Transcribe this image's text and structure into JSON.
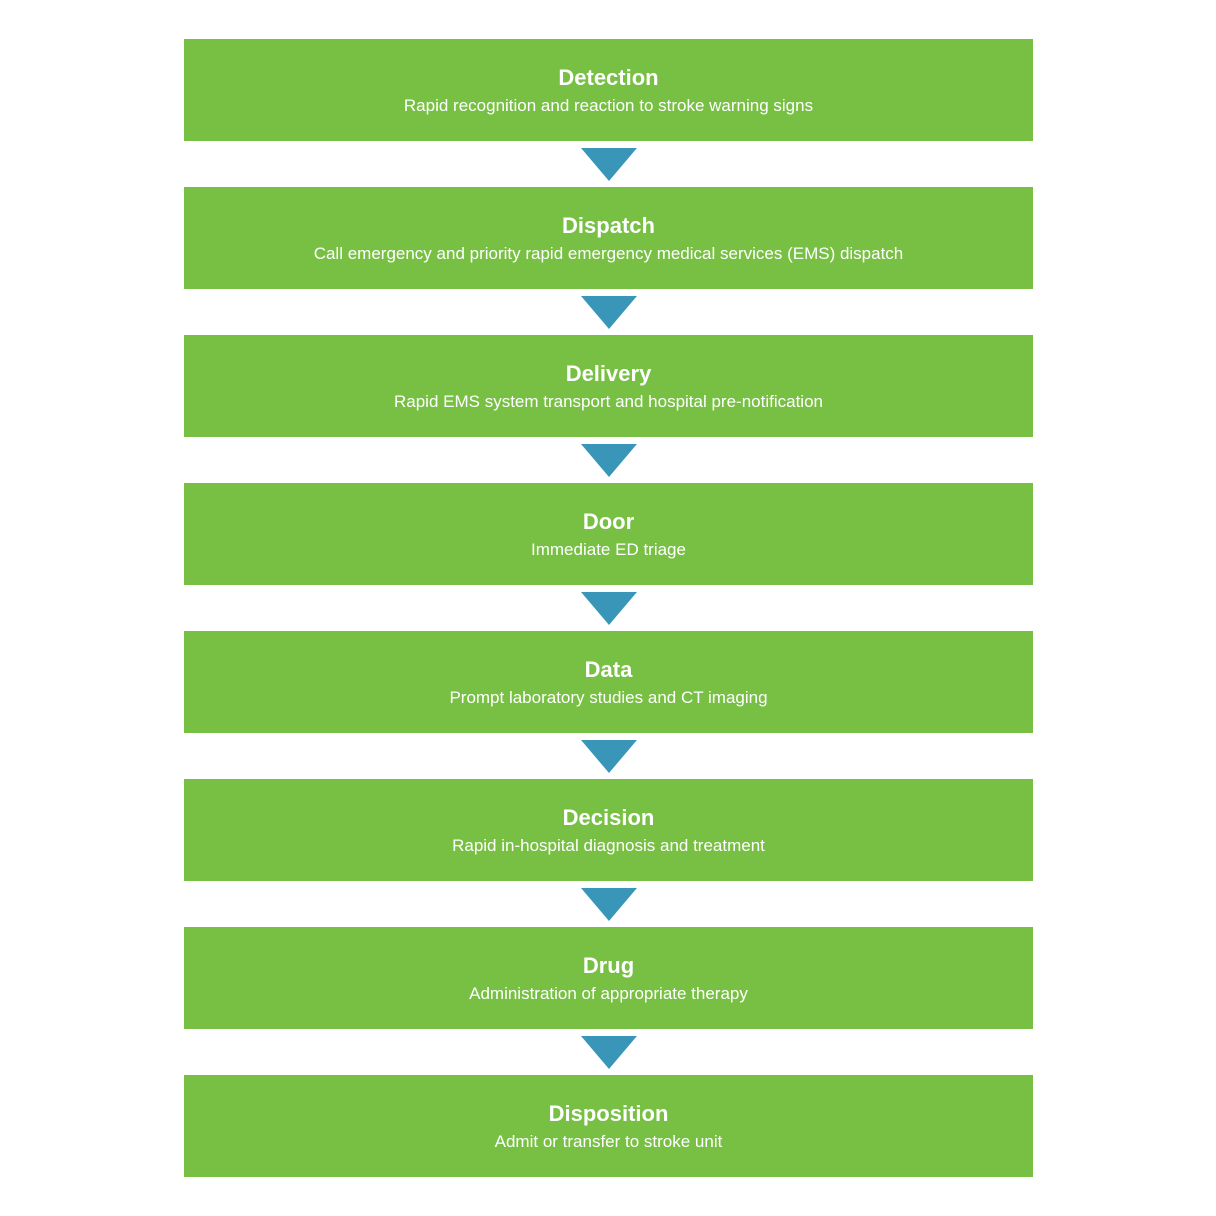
{
  "diagram": {
    "type": "flowchart",
    "subject": "stroke-care-chain",
    "direction": "top-to-bottom",
    "steps": [
      {
        "name": "Detection",
        "description": "Rapid recognition and reaction to stroke warning signs"
      },
      {
        "name": "Dispatch",
        "description": "Call emergency and priority rapid emergency medical services (EMS) dispatch"
      },
      {
        "name": "Delivery",
        "description": "Rapid EMS system transport and hospital pre-notification"
      },
      {
        "name": "Door",
        "description": "Immediate ED triage"
      },
      {
        "name": "Data",
        "description": "Prompt laboratory studies and CT imaging"
      },
      {
        "name": "Decision",
        "description": "Rapid in-hospital diagnosis and treatment"
      },
      {
        "name": "Drug",
        "description": "Administration of appropriate therapy"
      },
      {
        "name": "Disposition",
        "description": "Admit or transfer to stroke unit"
      }
    ],
    "connector": "down-arrow",
    "colors": {
      "box": "#77C043",
      "arrow": "#3A96B8",
      "text": "#FFFFFF",
      "background": "#FFFFFF"
    }
  }
}
